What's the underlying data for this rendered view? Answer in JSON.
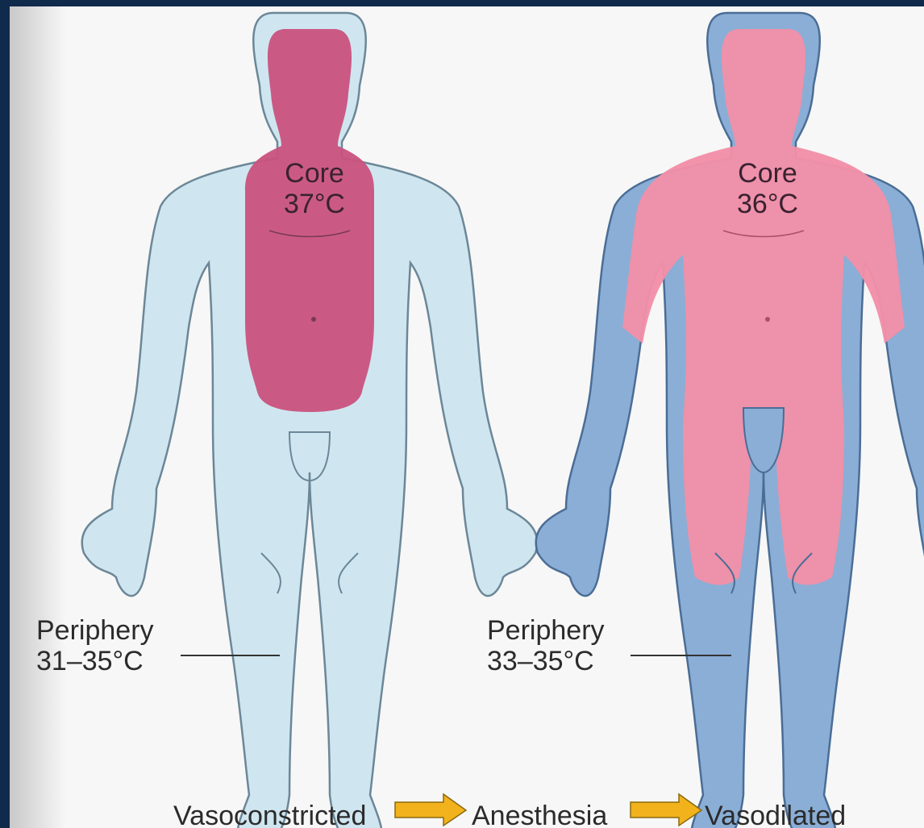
{
  "left_figure": {
    "state": "Vasoconstricted",
    "core_label": "Core",
    "core_temp": "37°C",
    "periphery_label": "Periphery",
    "periphery_temp": "31–35°C",
    "core_color": "#c9527d",
    "periphery_color": "#cfe6f0"
  },
  "right_figure": {
    "state": "Vasodilated",
    "core_label": "Core",
    "core_temp": "36°C",
    "periphery_label": "Periphery",
    "periphery_temp": "33–35°C",
    "core_color": "#f28fa8",
    "periphery_color": "#8aaed6"
  },
  "sequence": {
    "start": "Vasoconstricted",
    "middle": "Anesthesia",
    "end": "Vasodilated",
    "arrow_color": "#f2b21b"
  }
}
